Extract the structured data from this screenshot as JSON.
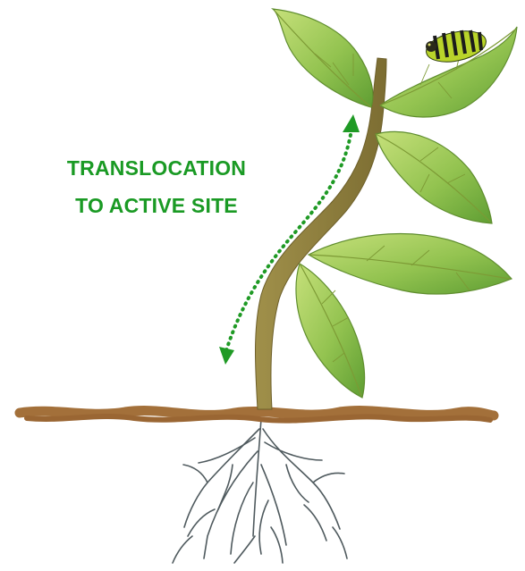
{
  "label": {
    "line1": "TRANSLOCATION",
    "line2": "TO ACTIVE SITE"
  },
  "colors": {
    "label_text": "#1a9a24",
    "arrow": "#1f9a25",
    "stem": "#8c7b3c",
    "leaf_light": "#b9d86a",
    "leaf_dark": "#6faa3a",
    "leaf_outline": "#5f8d2e",
    "vein": "#7d9a35",
    "soil": "#a3703a",
    "roots": "#4f5a5e",
    "caterpillar_stripe": "#1c1c1c",
    "caterpillar_body": "#b9d42a"
  },
  "icons": {
    "plant": "plant-illustration",
    "insect": "caterpillar-icon",
    "arrow": "double-headed-dotted-arrow"
  }
}
